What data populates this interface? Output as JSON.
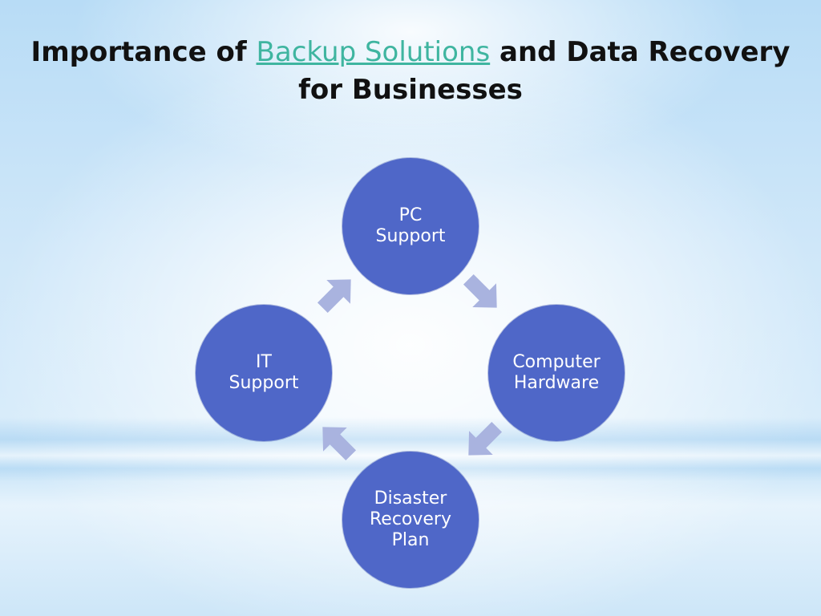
{
  "slide": {
    "title_prefix": "Importance of ",
    "title_link": "Backup Solutions",
    "title_suffix": " and Data Recovery for Businesses"
  },
  "diagram": {
    "type": "cycle",
    "nodes": [
      {
        "label": "PC\nSupport"
      },
      {
        "label": "Computer\nHardware"
      },
      {
        "label": "Disaster\nRecovery\nPlan"
      },
      {
        "label": "IT\nSupport"
      }
    ],
    "colors": {
      "node_fill": "#4f67c8",
      "node_text": "#ffffff",
      "arrow_fill": "#a9b3df",
      "title_link": "#3fb5a0",
      "title_text": "#111111"
    }
  }
}
